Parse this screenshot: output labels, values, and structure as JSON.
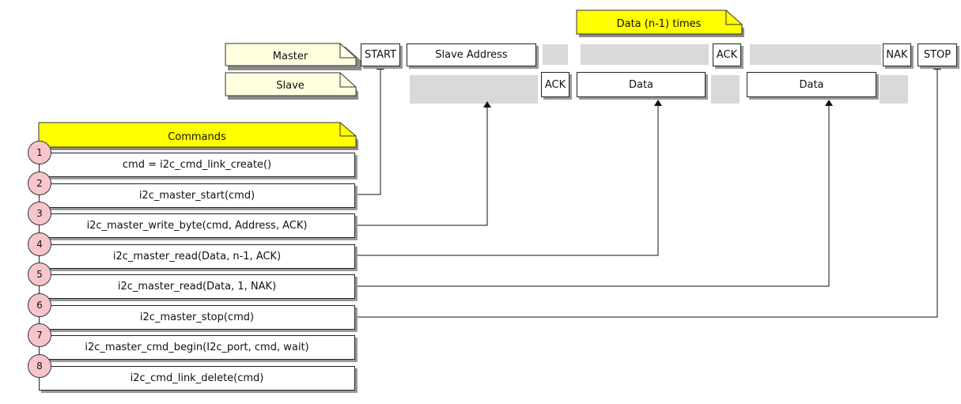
{
  "notes": {
    "master": "Master",
    "slave": "Slave",
    "data_times": "Data (n-1) times",
    "commands": "Commands"
  },
  "frame": {
    "start": "START",
    "slave_address": "Slave Address",
    "ack_slave": "ACK",
    "data_1": "Data",
    "ack_master": "ACK",
    "data_2": "Data",
    "nak": "NAK",
    "stop": "STOP"
  },
  "commands": [
    {
      "num": "1",
      "text": "cmd = i2c_cmd_link_create()"
    },
    {
      "num": "2",
      "text": "i2c_master_start(cmd)"
    },
    {
      "num": "3",
      "text": "i2c_master_write_byte(cmd, Address, ACK)"
    },
    {
      "num": "4",
      "text": "i2c_master_read(Data, n-1, ACK)"
    },
    {
      "num": "5",
      "text": "i2c_master_read(Data, 1, NAK)"
    },
    {
      "num": "6",
      "text": "i2c_master_stop(cmd)"
    },
    {
      "num": "7",
      "text": "i2c_master_cmd_begin(I2c_port, cmd, wait)"
    },
    {
      "num": "8",
      "text": "i2c_cmd_link_delete(cmd)"
    }
  ],
  "colors": {
    "note_pale": "#ffffe0",
    "note_yellow": "#ffff00",
    "gray_band": "#d9d9d9",
    "badge": "#f6c6cc"
  }
}
